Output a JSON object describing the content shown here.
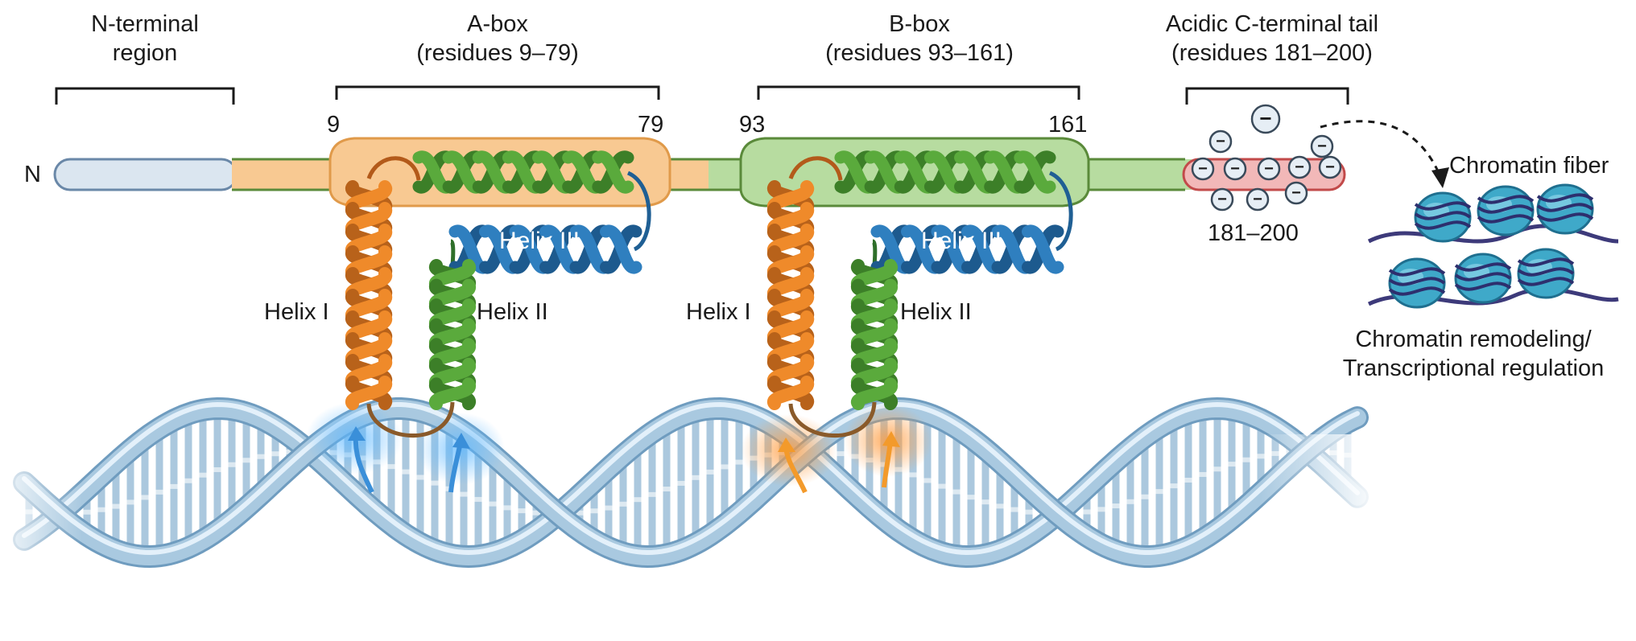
{
  "regions": {
    "n_terminal": "N-terminal\nregion",
    "a_box": "A-box\n(residues 9–79)",
    "b_box": "B-box\n(residues 93–161)",
    "c_tail": "Acidic C-terminal tail\n(residues 181–200)"
  },
  "residues": {
    "a_start": "9",
    "a_end": "79",
    "b_start": "93",
    "b_end": "161",
    "tail_range": "181–200"
  },
  "n_label": "N",
  "helices": {
    "a_helix1": "Helix I",
    "a_helix2": "Helix II",
    "a_helix3": "Helix III",
    "b_helix1": "Helix I",
    "b_helix2": "Helix II",
    "b_helix3": "Helix III"
  },
  "charge_symbol": "−",
  "chromatin_fiber": "Chromatin fiber",
  "chromatin_caption": "Chromatin remodeling/\nTranscriptional regulation",
  "colors": {
    "n_region": "#dbe6f0",
    "a_box": "#f8c992",
    "b_box": "#b7dca0",
    "c_tail": "#f2b8b8",
    "helix_orange": "#ef8a2a",
    "helix_green": "#5aaa3c",
    "helix_blue": "#2f7fbf",
    "dna": "#a9c9e0",
    "nucleosome": "#3fa9c9"
  }
}
